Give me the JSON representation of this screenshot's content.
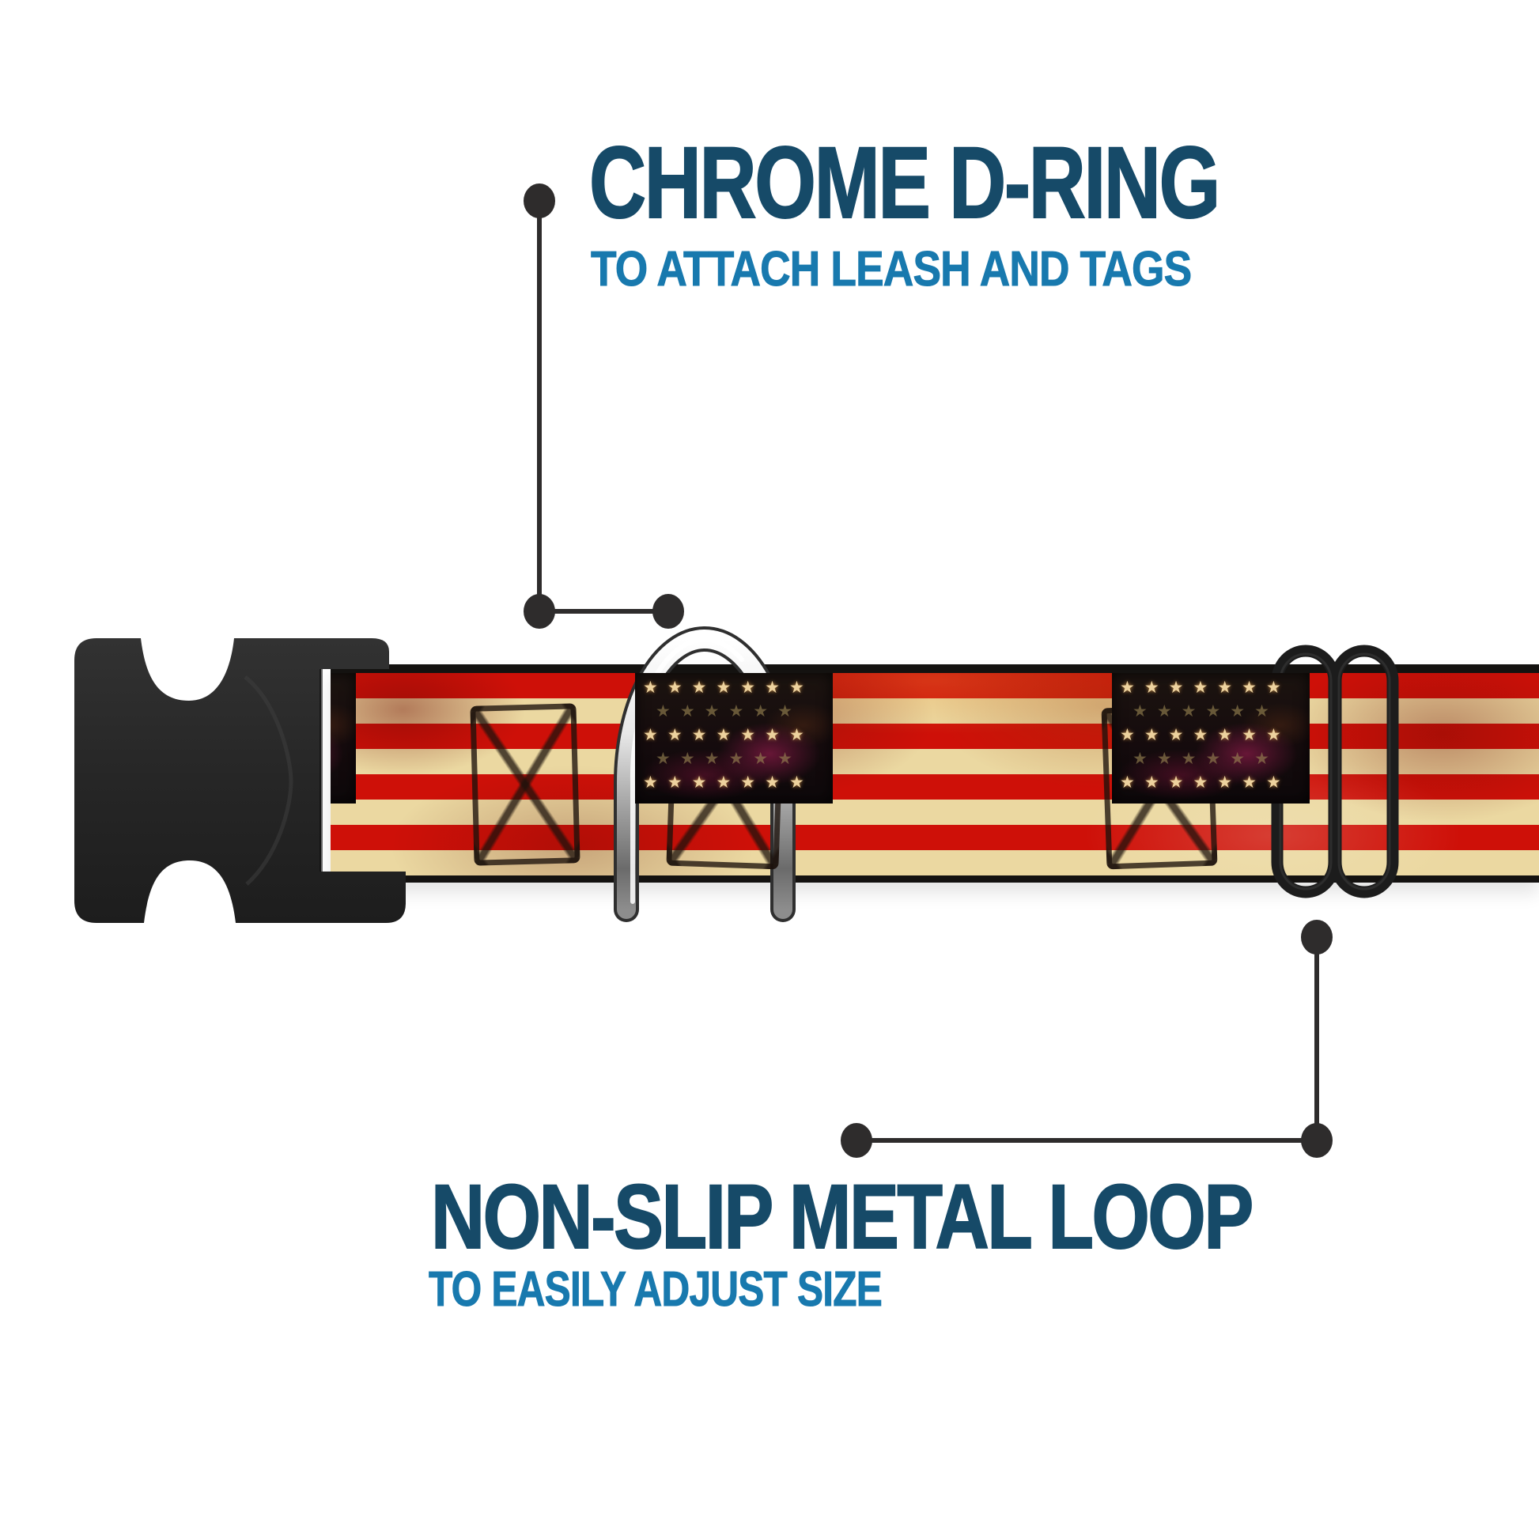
{
  "product": {
    "name": "dog-collar-feature-infographic"
  },
  "callouts": [
    {
      "id": "chrome-d-ring",
      "title": "CHROME D-RING",
      "subtitle": "TO ATTACH LEASH AND TAGS"
    },
    {
      "id": "non-slip-metal-loop",
      "title": "NON-SLIP METAL LOOP",
      "subtitle": "TO EASILY ADJUST SIZE"
    }
  ],
  "flag": {
    "star_glyph": "★",
    "star_rows": 5,
    "star_cols": 7
  },
  "colors": {
    "title-navy": "#164A68",
    "subtitle-blue": "#1879AE",
    "callout-dark": "#2E2C2C",
    "stripe-red": "#CE1008",
    "stripe-cream": "#EBD8A1",
    "canton-dark": "#150B0D",
    "star-gold": "#EDD29E",
    "webbing-edge": "#141210",
    "buckle-black": "#262626",
    "adjuster-black": "#1C1C1C"
  }
}
